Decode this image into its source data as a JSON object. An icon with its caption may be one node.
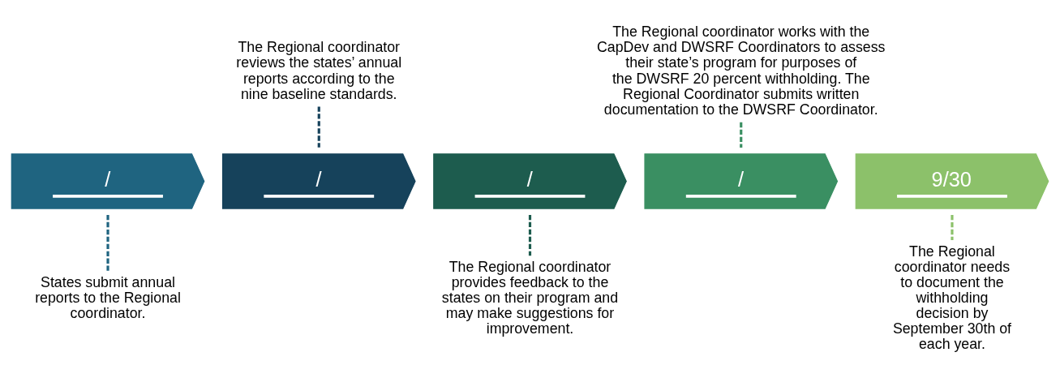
{
  "diagram": {
    "nodes": [
      {
        "text": [
          "/"
        ]
      },
      {
        "text": [
          "States submit annual reports to the Regional coordinator."
        ]
      },
      {
        "text": [
          "/"
        ]
      },
      {
        "text": [
          "The Regional coordinator reviews the states’ annual reports according to the nine baseline standards."
        ]
      },
      {
        "text": [
          "/"
        ]
      },
      {
        "text": [
          "The Regional coordinator provides feedback to the states on their program and may make suggestions for improvement."
        ]
      },
      {
        "text": [
          "/"
        ]
      },
      {
        "text": [
          "The Regional coordinator works with the CapDev and DWSRF Coordinators to assess their state’s program for purposes of the DWSRF 20 percent withholding. The Regional Coordinator submits written documentation to the DWSRF Coordinator."
        ]
      },
      {
        "text": [
          "9/30"
        ]
      },
      {
        "text": [
          "The Regional coordinator needs to document the withholding decision by September 30th of each year."
        ]
      }
    ],
    "edges": [
      {
        "from": 0,
        "to": 1,
        "arrow": "none",
        "style": "dashed",
        "color": "#1f6480"
      },
      {
        "from": 2,
        "to": 3,
        "arrow": "none",
        "style": "dashed",
        "color": "#16425b"
      },
      {
        "from": 4,
        "to": 5,
        "arrow": "none",
        "style": "dashed",
        "color": "#1d5c4e"
      },
      {
        "from": 6,
        "to": 7,
        "arrow": "none",
        "style": "dashed",
        "color": "#3a8f62"
      },
      {
        "from": 8,
        "to": 9,
        "arrow": "none",
        "style": "dashed",
        "color": "#8cc16a"
      }
    ]
  }
}
